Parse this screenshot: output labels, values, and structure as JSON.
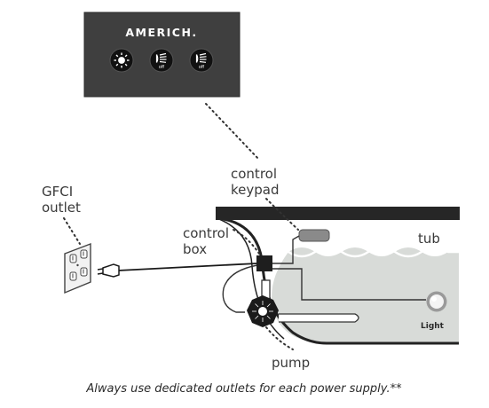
{
  "keypad": {
    "brand": "AMERICH.",
    "buttons": [
      {
        "icon": "light-icon",
        "label": ""
      },
      {
        "icon": "jet-icon",
        "label": "off"
      },
      {
        "icon": "jet-icon",
        "label": "off"
      }
    ]
  },
  "labels": {
    "control_keypad_line1": "control",
    "control_keypad_line2": "keypad",
    "gfci_line1": "GFCI",
    "gfci_line2": "outlet",
    "control_box_line1": "control",
    "control_box_line2": "box",
    "tub": "tub",
    "light": "Light",
    "pump": "pump"
  },
  "caption": "Always use dedicated outlets for each power supply.**",
  "colors": {
    "keypad_bg": "#3f3f3f",
    "water": "#d8dbd8",
    "rim": "#262626",
    "ink": "#3a3a3a"
  }
}
